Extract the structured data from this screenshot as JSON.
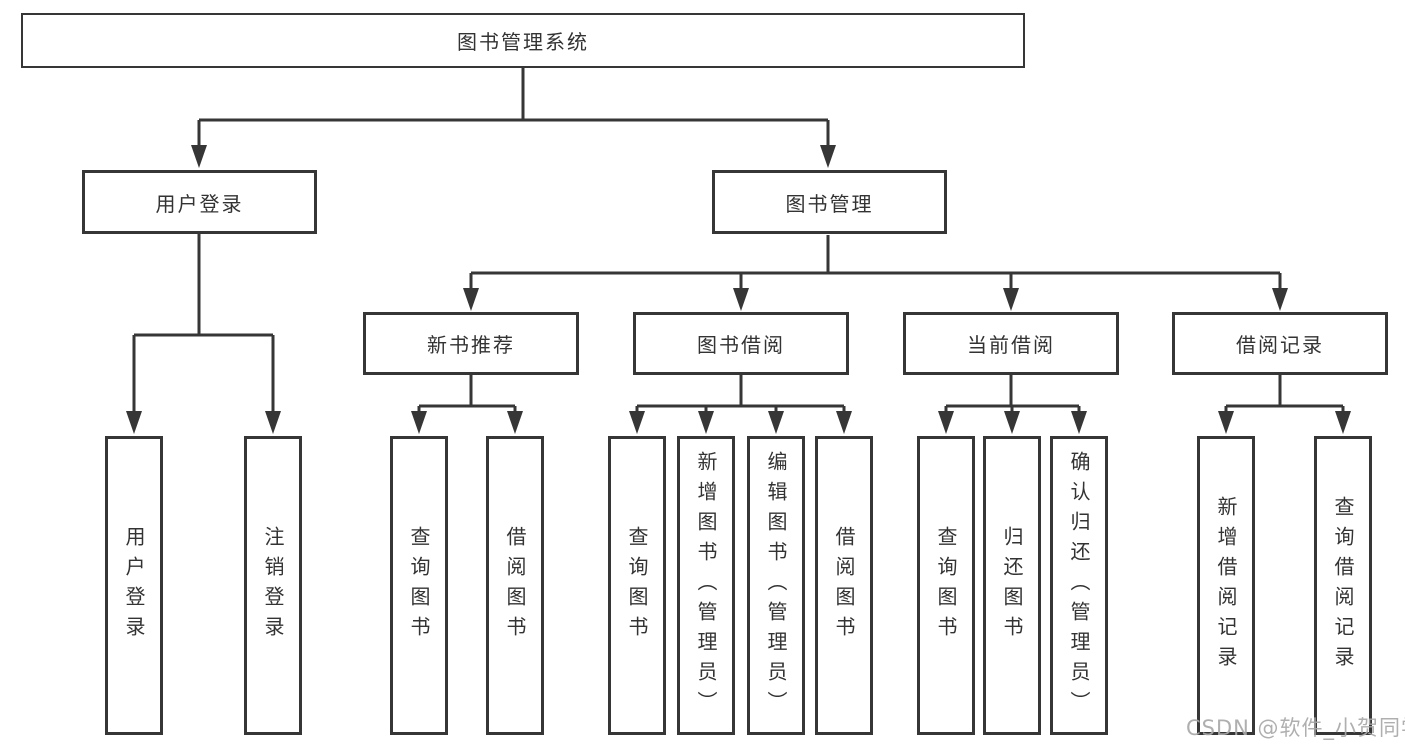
{
  "diagram": {
    "root": {
      "label": "图书管理系统"
    },
    "user_login_branch": {
      "label": "用户登录",
      "children": [
        {
          "label": "用户登录"
        },
        {
          "label": "注销登录"
        }
      ]
    },
    "book_mgmt_branch": {
      "label": "图书管理",
      "sections": [
        {
          "label": "新书推荐",
          "children": [
            {
              "label": "查询图书"
            },
            {
              "label": "借阅图书"
            }
          ]
        },
        {
          "label": "图书借阅",
          "children": [
            {
              "label": "查询图书"
            },
            {
              "label": "新增图书（管理员）"
            },
            {
              "label": "编辑图书（管理员）"
            },
            {
              "label": "借阅图书"
            }
          ]
        },
        {
          "label": "当前借阅",
          "children": [
            {
              "label": "查询图书"
            },
            {
              "label": "归还图书"
            },
            {
              "label": "确认归还（管理员）"
            }
          ]
        },
        {
          "label": "借阅记录",
          "children": [
            {
              "label": "新增借阅记录"
            },
            {
              "label": "查询借阅记录"
            }
          ]
        }
      ]
    },
    "watermark": "CSDN @软件_小贺同学",
    "colors": {
      "line": "#363636",
      "text": "#333333",
      "watermark": "#a9a9a9"
    }
  }
}
